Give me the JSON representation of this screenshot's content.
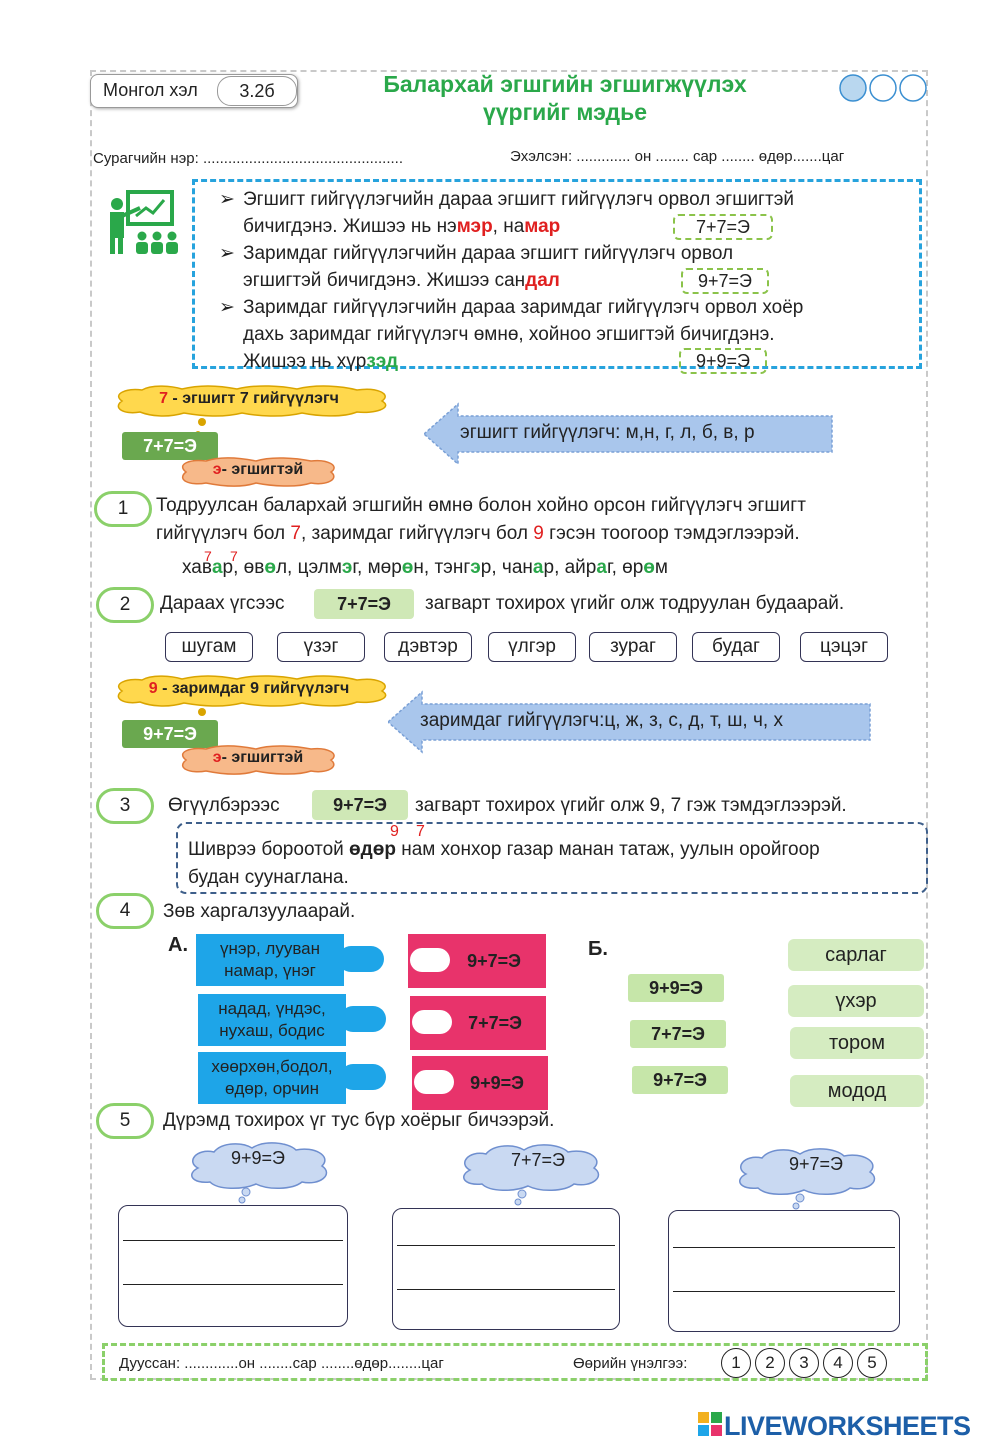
{
  "header": {
    "subject": "Монгол хэл",
    "lesson_code": "3.2б",
    "title_line1": "Баларxай эгшгийн эгшигжүүлэх",
    "title_line2": "үүргийг мэдье",
    "student_name": "Сурагчийн нэр: ................................................",
    "started": "Эхэлсэн: ............. он ........ сар ........ өдөр.......цаг"
  },
  "rules": [
    {
      "line1": "Эгшигт гийгүүлэгчийн дараа эгшигт гийгүүлэгч орвол эгшигтэй",
      "line2_pre": "бичигдэнэ.  Жишээ нь нэ",
      "ex1_a": "мэ",
      "ex1_b": "р",
      "sep": ", на",
      "ex1_c": "ма",
      "ex1_d": "р",
      "formula": "7+7=Э"
    },
    {
      "line1": "Заримдаг гийгүүлэгчийн дараа эгшигт гийгүүлэгч орвол",
      "line2_pre": "эгшигтэй бичигдэнэ. Жишээ сан",
      "ex_a": "да",
      "ex_b": "л",
      "formula": "9+7=Э"
    },
    {
      "line1": "Заримдаг гийгүүлэгчийн дараа заримдаг гийгүүлэгч орвол хоёр",
      "line2": "дахь заримдаг гийгүүлэгч өмнө, хойноо эгшигтэй бичигдэнэ.",
      "line3_pre": "Жишээ нь хүр",
      "ex_a": "зэ",
      "ex_b": "д",
      "formula": "9+9=Э"
    }
  ],
  "diagram7": {
    "cloud_num": "7",
    "cloud_text": " - эгшигт 7 гийгүүлэгч",
    "formula": "7+7=Э",
    "vowel_e": "э",
    "vowel_text": "- эгшигтэй",
    "arrow_text": "эгшигт гийгүүлэгч: м,н, г, л, б, в, р"
  },
  "q1": {
    "num": "1",
    "line1": "Тодруулсан баларxай эгшгийн өмнө болон хойно орсон гийгүүлэгч эгшигт",
    "line2_pre": "гийгүүлэгч бол ",
    "n7": "7",
    "line2_mid": ", заримдаг гийгүүлэгч бол ",
    "n9": "9",
    "line2_post": " гэсэн тоогоор тэмдэглээрэй.",
    "sup1": "7",
    "sup2": "7",
    "words": [
      {
        "pre": "хав",
        "v": "а",
        "post": "р"
      },
      {
        "pre": ", өв",
        "v": "ө",
        "post": "л"
      },
      {
        "pre": ", цэлм",
        "v": "э",
        "post": "г"
      },
      {
        "pre": ", мөр",
        "v": "ө",
        "post": "н"
      },
      {
        "pre": ", тэнг",
        "v": "э",
        "post": "р"
      },
      {
        "pre": ", чан",
        "v": "а",
        "post": "р"
      },
      {
        "pre": ", айр",
        "v": "а",
        "post": "г"
      },
      {
        "pre": ", өр",
        "v": "ө",
        "post": "м"
      }
    ]
  },
  "q2": {
    "num": "2",
    "text_pre": "Дараах үгсээс",
    "formula": "7+7=Э",
    "text_post": "загварт тохирох үгийг  олж тодруулан будаарай.",
    "words": [
      "шугам",
      "үзэг",
      "дэвтэр",
      "үлгэр",
      "зураг",
      "будаг",
      "цэцэг"
    ]
  },
  "diagram9": {
    "cloud_num": "9",
    "cloud_text": " - заримдаг 9 гийгүүлэгч",
    "formula": "9+7=Э",
    "vowel_e": "э",
    "vowel_text": "- эгшигтэй",
    "arrow_text": "заримдаг  гийгүүлэгч:ц, ж, з, с, д, т, ш, ч, х"
  },
  "q3": {
    "num": "3",
    "text_pre": "Өгүүлбэрээс",
    "formula": "9+7=Э",
    "text_post": "загварт тохирох үгийг олж  9, 7 гэж тэмдэглээрэй.",
    "sup9": "9",
    "sup7": "7",
    "sentence_pre": "Шиврээ бороотой ",
    "sentence_bold": "өдөр",
    "sentence_post": " нам хонхор газар манан татаж, уулын оройгоор",
    "sentence_line2": "будан суунаглана."
  },
  "q4": {
    "num": "4",
    "text": "Зөв харгалзуулаарай.",
    "partA": "А.",
    "partB": "Б.",
    "blue_cards": [
      {
        "l1": "үнэр, лууван",
        "l2": "намар, үнэг"
      },
      {
        "l1": "надад, үндэс,",
        "l2": "нухаш, бодис"
      },
      {
        "l1": "хөөрхөн,бодол,",
        "l2": "өдөр, орчин"
      }
    ],
    "pink_cards": [
      "9+7=Э",
      "7+7=Э",
      "9+9=Э"
    ],
    "b_formulas": [
      "9+9=Э",
      "7+7=Э",
      "9+7=Э"
    ],
    "b_words": [
      "сарлаг",
      "үхэр",
      "тором",
      "модод"
    ]
  },
  "q5": {
    "num": "5",
    "text": "Дүрэмд тохирох үг тус бүр хоёрыг бичээрэй.",
    "clouds": [
      "9+9=Э",
      "7+7=Э",
      "9+7=Э"
    ]
  },
  "footer": {
    "finished": "Дууссан: .............он ........сар ........өдөр........цаг",
    "self_eval": "Өөрийн үнэлгээ:",
    "scores": [
      "1",
      "2",
      "3",
      "4",
      "5"
    ]
  },
  "logo": {
    "text": "LIVEWORKSHEETS"
  },
  "colors": {
    "green": "#2aa84a",
    "red": "#e02020",
    "blue": "#27a3dd",
    "pink": "#e8336b"
  }
}
